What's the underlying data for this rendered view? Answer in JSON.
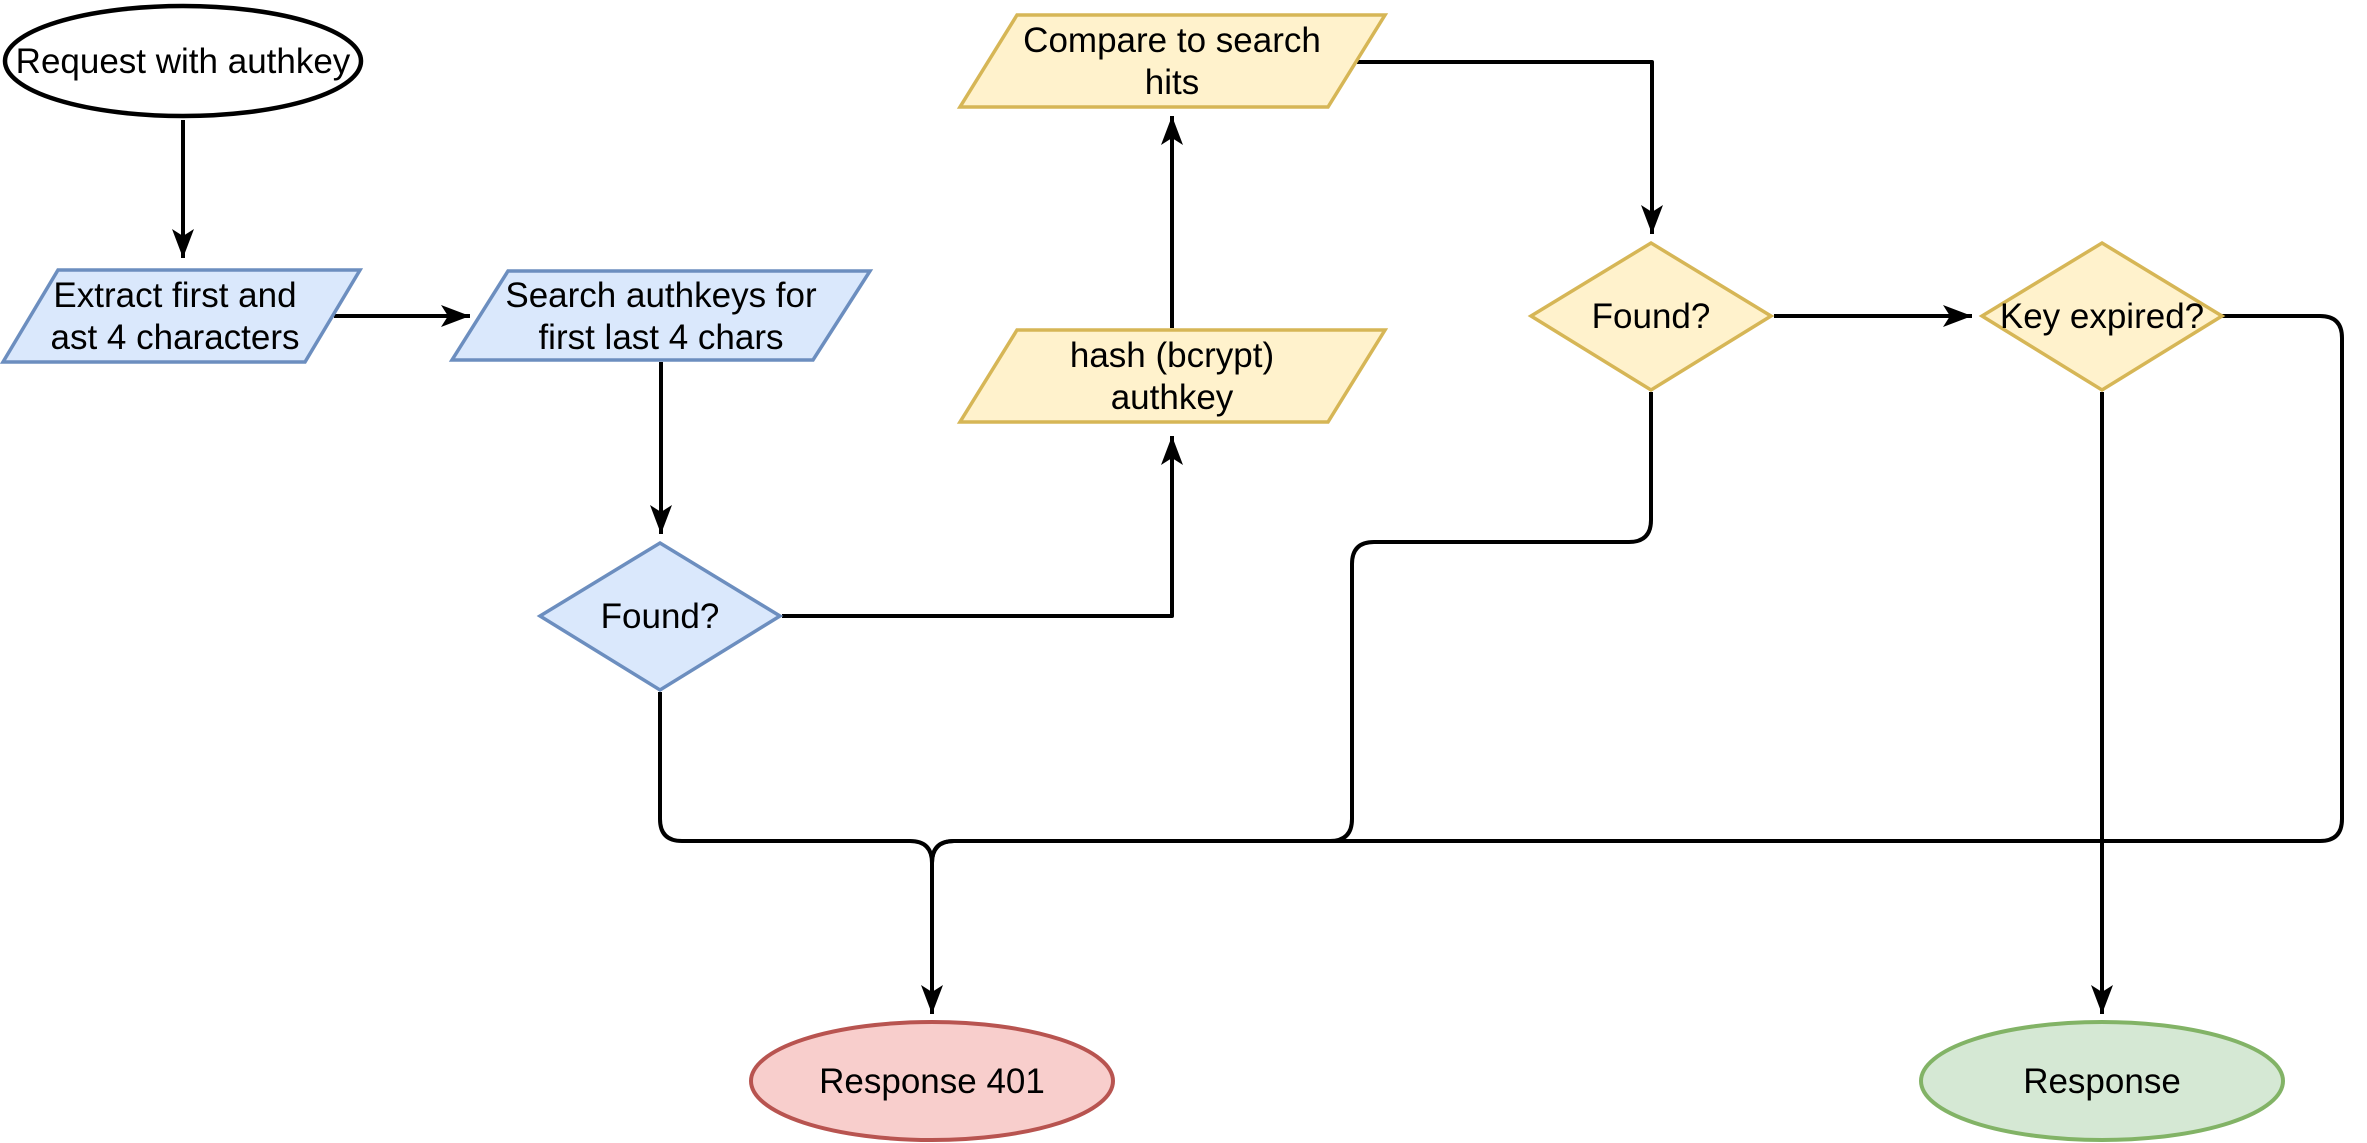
{
  "diagram": {
    "background": "#ffffff",
    "nodes": {
      "start": {
        "shape": "ellipse",
        "palette": "plain",
        "label": "Request with authkey"
      },
      "extract": {
        "shape": "parallelogram",
        "palette": "blue",
        "lines": [
          "Extract first and",
          "ast 4 characters"
        ]
      },
      "search": {
        "shape": "parallelogram",
        "palette": "blue",
        "lines": [
          "Search authkeys for",
          "first last 4 chars"
        ]
      },
      "found_blue": {
        "shape": "diamond",
        "palette": "blue",
        "label": "Found?"
      },
      "hash": {
        "shape": "parallelogram",
        "palette": "yellow",
        "lines": [
          "hash (bcrypt)",
          "authkey"
        ]
      },
      "compare": {
        "shape": "parallelogram",
        "palette": "yellow",
        "lines": [
          "Compare to search",
          "hits"
        ]
      },
      "found_yellow": {
        "shape": "diamond",
        "palette": "yellow",
        "label": "Found?"
      },
      "key_expired": {
        "shape": "diamond",
        "palette": "yellow",
        "label": "Key expired?"
      },
      "response_401": {
        "shape": "ellipse",
        "palette": "red",
        "label": "Response 401"
      },
      "response": {
        "shape": "ellipse",
        "palette": "green",
        "label": "Response"
      }
    },
    "edges": [
      {
        "from": "start",
        "to": "extract"
      },
      {
        "from": "extract",
        "to": "search"
      },
      {
        "from": "search",
        "to": "found_blue"
      },
      {
        "from": "found_blue",
        "to": "hash"
      },
      {
        "from": "hash",
        "to": "compare"
      },
      {
        "from": "compare",
        "to": "found_yellow"
      },
      {
        "from": "found_yellow",
        "to": "key_expired"
      },
      {
        "from": "key_expired",
        "to": "response"
      },
      {
        "from": "found_blue",
        "to": "response_401"
      },
      {
        "from": "found_yellow",
        "to": "response_401"
      },
      {
        "from": "key_expired",
        "to": "response_401"
      }
    ],
    "colors": {
      "start_fill": "#ffffff",
      "blue_fill": "#dae8fc",
      "blue_stroke": "#6c8ebf",
      "yellow_fill": "#fff2cc",
      "yellow_stroke": "#d6b656",
      "red_fill": "#f8cecc",
      "red_stroke": "#b85450",
      "green_fill": "#d5e8d4",
      "green_stroke": "#82b366",
      "edge": "#000000",
      "text": "#000000"
    }
  }
}
